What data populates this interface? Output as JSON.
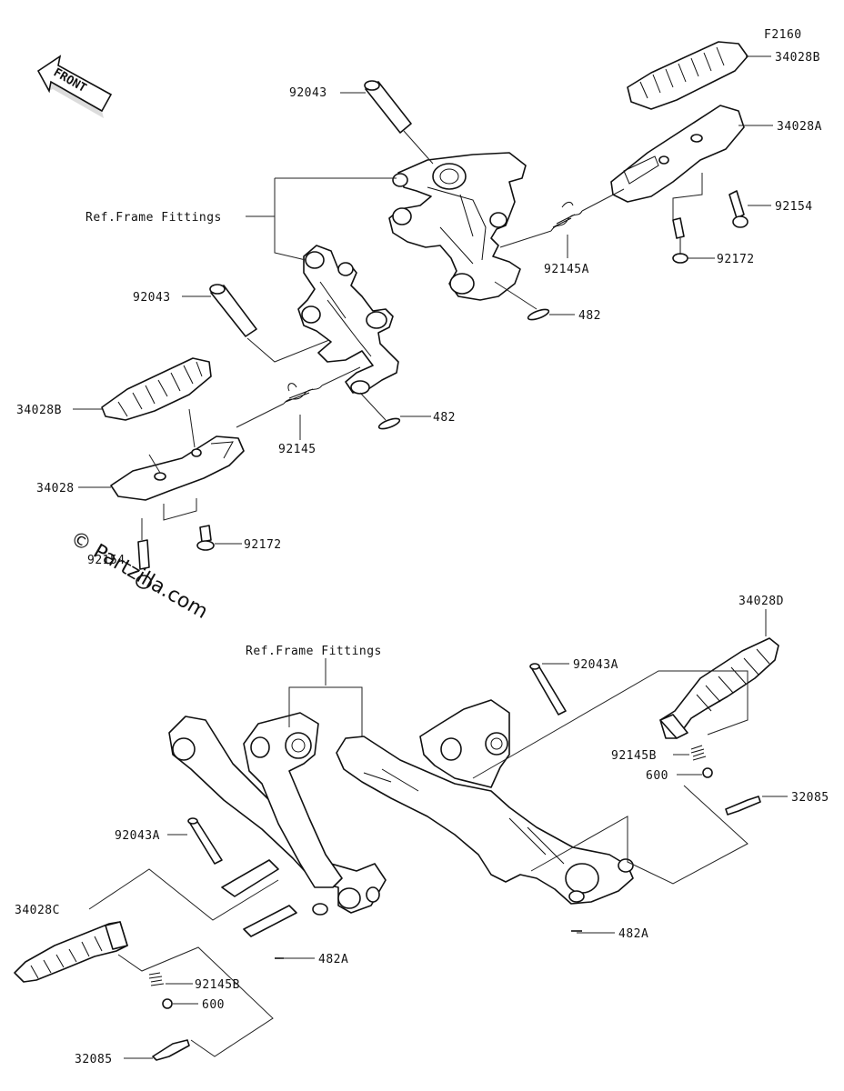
{
  "figure_code": "F2160",
  "front_label": "FRONT",
  "watermark": "© Partzilla.com",
  "upper": {
    "ref_label": "Ref.Frame Fittings",
    "parts": {
      "p92043_right": "92043",
      "p92043_left": "92043",
      "p34028B_right": "34028B",
      "p34028A": "34028A",
      "p92154_right": "92154",
      "p92172_right": "92172",
      "p92145A": "92145A",
      "p482_right": "482",
      "p34028B_left": "34028B",
      "p482_left": "482",
      "p92145": "92145",
      "p34028": "34028",
      "p92154_left": "92154",
      "p92172_left": "92172"
    }
  },
  "lower": {
    "ref_label": "Ref.Frame Fittings",
    "parts": {
      "p34028D": "34028D",
      "p92043A_right": "92043A",
      "p92145B_right": "92145B",
      "p600_right": "600",
      "p32085_right": "32085",
      "p482A_right": "482A",
      "p92043A_left": "92043A",
      "p34028C": "34028C",
      "p92145B_left": "92145B",
      "p600_left": "600",
      "p32085_left": "32085",
      "p482A_left": "482A"
    }
  }
}
